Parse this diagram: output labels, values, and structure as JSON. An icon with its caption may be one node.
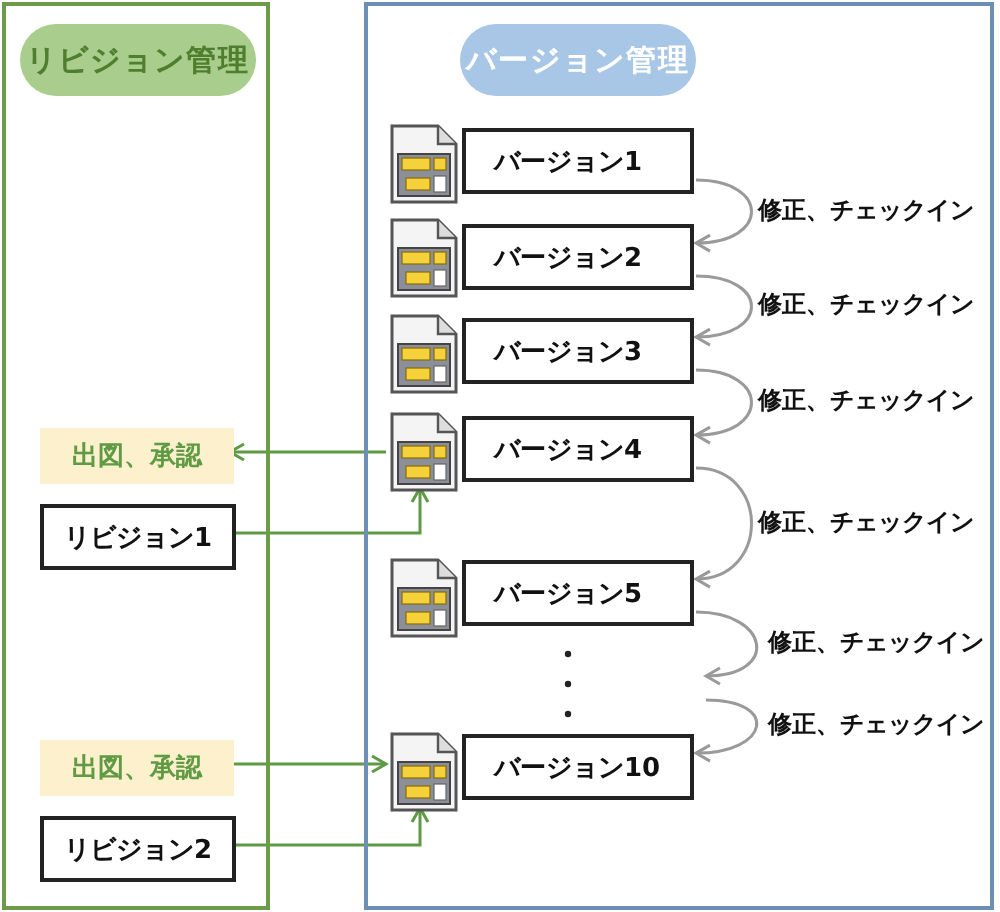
{
  "diagram": {
    "nodes": [
      {
        "text": [],
        "shape": "box"
      },
      {
        "text": [
          "リビジョン管理"
        ],
        "in": 0
      },
      {
        "text": [
          "出図、承認"
        ],
        "in": 0
      },
      {
        "text": [
          "リビジョン1"
        ],
        "in": 0
      },
      {
        "text": [
          "出図、承認"
        ],
        "in": 0
      },
      {
        "text": [
          "リビジョン2"
        ],
        "in": 0
      },
      {
        "text": [],
        "shape": "box"
      },
      {
        "text": [
          "バージョン管理"
        ],
        "in": 6
      },
      {
        "text": [],
        "shape": "picture",
        "in": 6
      },
      {
        "text": [
          "バージョン1"
        ],
        "in": 6
      },
      {
        "text": [],
        "shape": "picture",
        "in": 6
      },
      {
        "text": [
          "バージョン2"
        ],
        "in": 6
      },
      {
        "text": [],
        "shape": "picture",
        "in": 6
      },
      {
        "text": [
          "バージョン3"
        ],
        "in": 6
      },
      {
        "text": [],
        "shape": "picture",
        "in": 6
      },
      {
        "text": [
          "バージョン4"
        ],
        "in": 6
      },
      {
        "text": [],
        "shape": "picture",
        "in": 6
      },
      {
        "text": [
          "バージョン5"
        ],
        "in": 6
      },
      {
        "text": [],
        "shape": "picture",
        "in": 6
      },
      {
        "text": [
          "バージョン10"
        ],
        "in": 6
      }
    ],
    "edges": [
      {
        "from": 14,
        "to": 2,
        "arrow": "to",
        "color": "#5f9a44"
      },
      {
        "from": 3,
        "to": 14,
        "arrow": "to",
        "color": "#5f9a44"
      },
      {
        "from": 4,
        "to": 18,
        "arrow": "to",
        "color": "#5f9a44"
      },
      {
        "from": 5,
        "to": 18,
        "arrow": "to",
        "color": "#5f9a44"
      },
      {
        "from": 9,
        "to": 11,
        "arrow": "to",
        "label": "修正、チェックイン"
      },
      {
        "from": 11,
        "to": 13,
        "arrow": "to",
        "label": "修正、チェックイン"
      },
      {
        "from": 13,
        "to": 15,
        "arrow": "to",
        "label": "修正、チェックイン"
      },
      {
        "from": 15,
        "to": 17,
        "arrow": "to",
        "label": "修正、チェックイン"
      },
      {
        "from": 17,
        "to": null,
        "arrow": "to",
        "label": "修正、チェックイン"
      },
      {
        "from": null,
        "to": 19,
        "arrow": "to",
        "label": "修正、チェックイン"
      }
    ]
  }
}
